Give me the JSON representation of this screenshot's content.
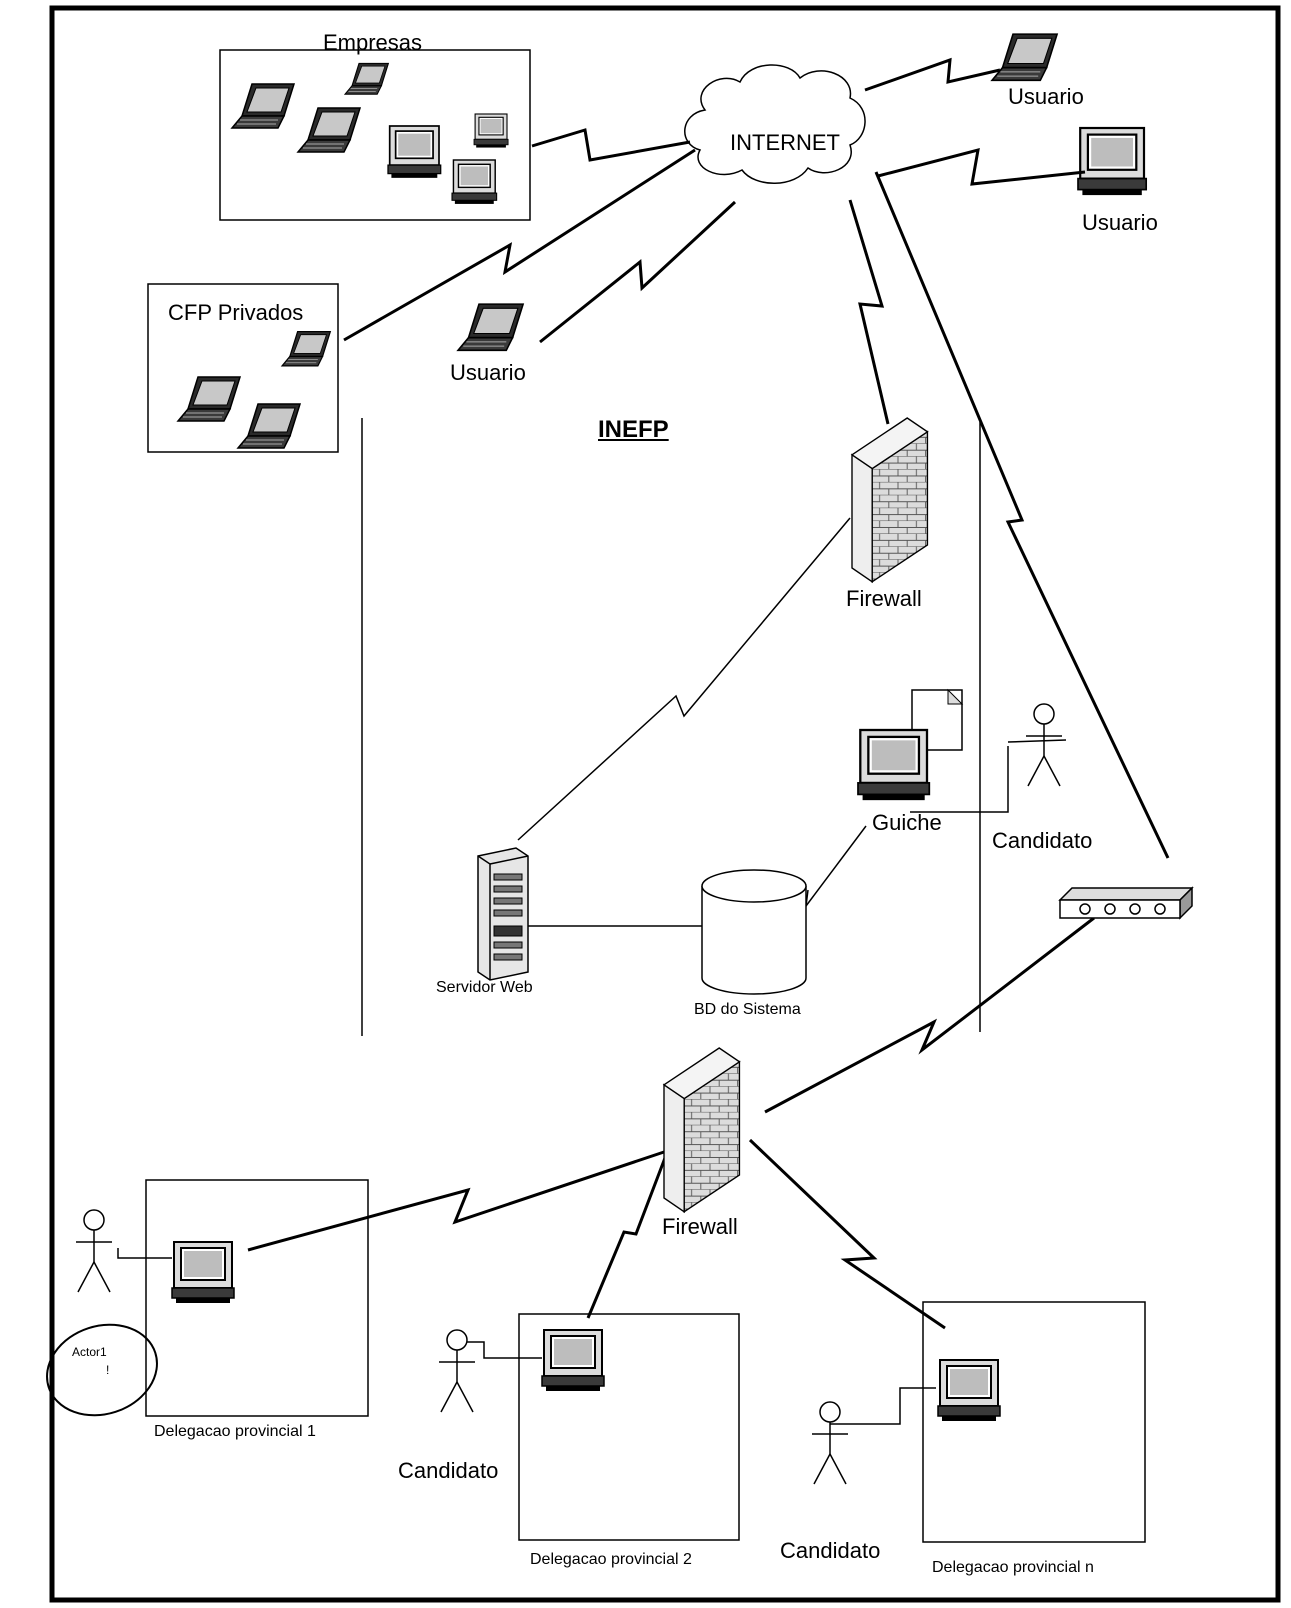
{
  "labels": {
    "empresas": "Empresas",
    "internet": "INTERNET",
    "usuario_top": "Usuario",
    "usuario_right": "Usuario",
    "usuario_mid": "Usuario",
    "cfp_privados": "CFP Privados",
    "inefp": "INEFP",
    "firewall_top": "Firewall",
    "guiche": "Guiche",
    "candidato_guiche": "Candidato",
    "servidor_web": "Servidor Web",
    "bd_sistema": "BD do Sistema",
    "firewall_bottom": "Firewall",
    "actor1": "Actor1",
    "actor1_mark": "!",
    "delegacao_1": "Delegacao provincial 1",
    "delegacao_2": "Delegacao provincial 2",
    "delegacao_n": "Delegacao provincial n",
    "candidato_2": "Candidato",
    "candidato_n": "Candidato"
  },
  "icons": [
    "laptop-icon",
    "desktop-computer-icon",
    "cloud-icon",
    "firewall-icon",
    "server-icon",
    "database-icon",
    "router-icon",
    "actor-icon",
    "document-icon"
  ],
  "colors": {
    "line": "#000000",
    "background": "#ffffff",
    "wall": "#d9d9d9"
  }
}
